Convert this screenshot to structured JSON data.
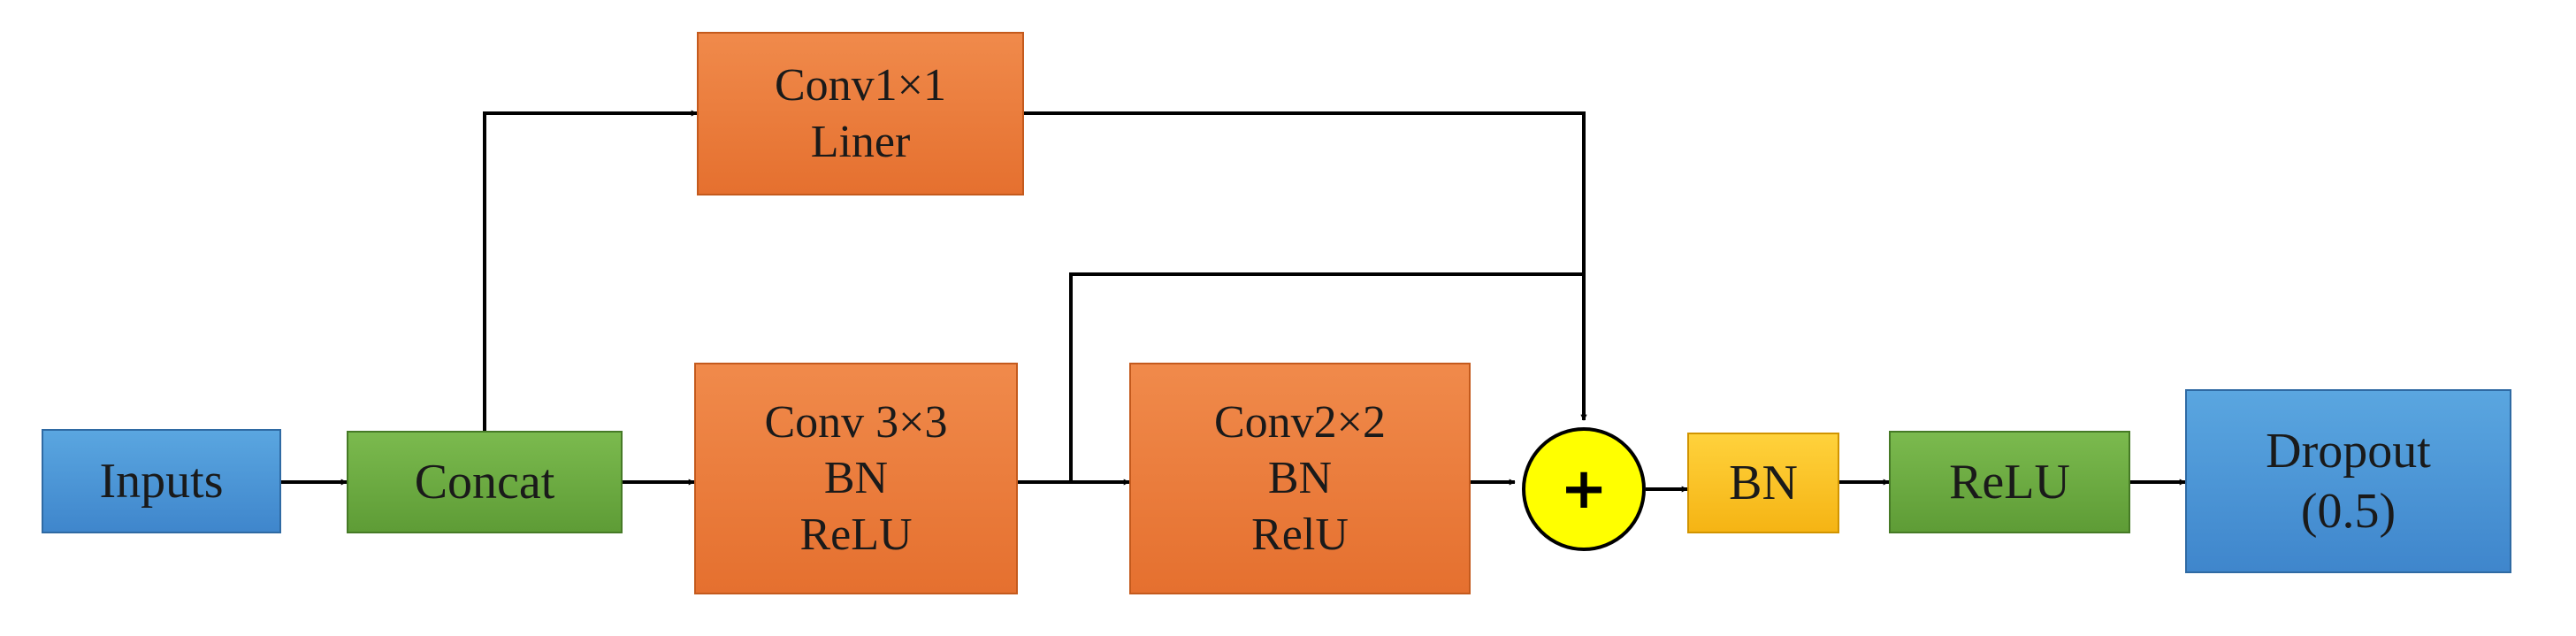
{
  "diagram": {
    "nodes": {
      "inputs": {
        "lines": [
          "Inputs"
        ]
      },
      "concat": {
        "lines": [
          "Concat"
        ]
      },
      "conv1x1": {
        "lines": [
          "Conv1×1",
          "Liner"
        ]
      },
      "conv3x3": {
        "lines": [
          "Conv 3×3",
          "BN",
          "ReLU"
        ]
      },
      "conv2x2": {
        "lines": [
          "Conv2×2",
          "BN",
          "RelU"
        ]
      },
      "add": {
        "symbol": "+"
      },
      "bn": {
        "lines": [
          "BN"
        ]
      },
      "relu": {
        "lines": [
          "ReLU"
        ]
      },
      "dropout": {
        "lines": [
          "Dropout",
          "(0.5)"
        ]
      }
    },
    "colors": {
      "input_output": "#4a90d9",
      "concat_relu": "#6aaa3f",
      "conv": "#ea7a3a",
      "bn": "#f7c01f",
      "add": "#ffff00",
      "edge": "#000000"
    },
    "edges": [
      {
        "from": "inputs",
        "to": "concat"
      },
      {
        "from": "concat",
        "to": "conv1x1"
      },
      {
        "from": "concat",
        "to": "conv3x3"
      },
      {
        "from": "conv3x3",
        "to": "conv2x2"
      },
      {
        "from": "conv3x3",
        "to": "add"
      },
      {
        "from": "conv1x1",
        "to": "add"
      },
      {
        "from": "conv2x2",
        "to": "add"
      },
      {
        "from": "add",
        "to": "bn"
      },
      {
        "from": "bn",
        "to": "relu"
      },
      {
        "from": "relu",
        "to": "dropout"
      }
    ]
  }
}
